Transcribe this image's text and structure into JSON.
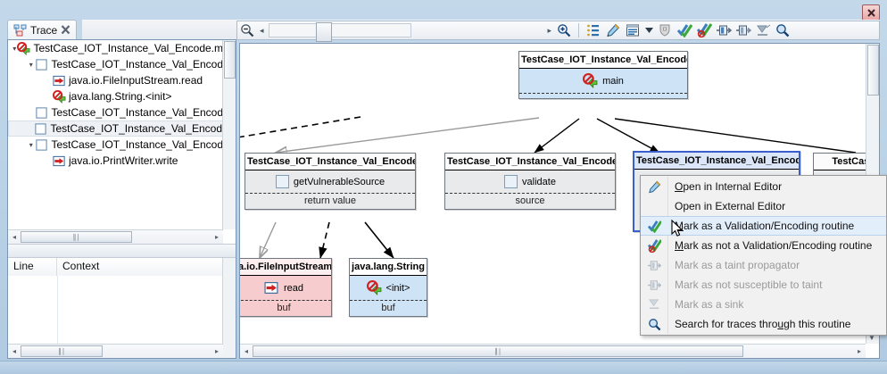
{
  "window": {
    "close_label": "x"
  },
  "tab": {
    "label": "Trace",
    "icon": "trace-icon",
    "close_icon": "close-icon"
  },
  "toolbar": {
    "zoom_out_icon": "zoom-out-icon",
    "zoom_in_icon": "zoom-in-icon",
    "left_arrow": "◂",
    "right_arrow": "▸",
    "buttons": [
      {
        "name": "list-properties-icon",
        "label": "List"
      },
      {
        "name": "pencil-edit-icon",
        "label": "Edit"
      },
      {
        "name": "notes-icon",
        "label": "Notes"
      },
      {
        "name": "dropdown-arrow-icon",
        "label": "More"
      },
      {
        "name": "filter-icon",
        "label": "Filter"
      },
      {
        "name": "mark-validation-icon",
        "label": "Mark as validation routine"
      },
      {
        "name": "unmark-validation-icon",
        "label": "Mark as not a validation routine"
      },
      {
        "name": "taint-propagator-icon",
        "label": "Mark as taint propagator"
      },
      {
        "name": "not-susceptible-taint-icon",
        "label": "Mark as not susceptible to taint"
      },
      {
        "name": "mark-sink-icon",
        "label": "Mark as a sink"
      },
      {
        "name": "search-traces-icon",
        "label": "Search for traces"
      }
    ]
  },
  "tree": {
    "items": [
      {
        "depth": 0,
        "twisty": "▾",
        "icon": "forbidden-green-icon",
        "label": "TestCase_IOT_Instance_Val_Encode.m",
        "selected": false
      },
      {
        "depth": 1,
        "twisty": "▾",
        "icon": "checkbox-icon",
        "label": "TestCase_IOT_Instance_Val_Encod",
        "selected": false
      },
      {
        "depth": 2,
        "twisty": "",
        "icon": "arrow-in-box-icon",
        "label": "java.io.FileInputStream.read",
        "selected": false
      },
      {
        "depth": 2,
        "twisty": "",
        "icon": "forbidden-green-icon",
        "label": "java.lang.String.<init>",
        "selected": false
      },
      {
        "depth": 1,
        "twisty": "",
        "icon": "checkbox-icon",
        "label": "TestCase_IOT_Instance_Val_Encod",
        "selected": false
      },
      {
        "depth": 1,
        "twisty": "",
        "icon": "checkbox-icon",
        "label": "TestCase_IOT_Instance_Val_Encod",
        "selected": true
      },
      {
        "depth": 1,
        "twisty": "▾",
        "icon": "checkbox-icon",
        "label": "TestCase_IOT_Instance_Val_Encod",
        "selected": false
      },
      {
        "depth": 2,
        "twisty": "",
        "icon": "arrow-in-box-icon",
        "label": "java.io.PrintWriter.write",
        "selected": false
      }
    ]
  },
  "details_table": {
    "columns": [
      "Line",
      "Context"
    ],
    "rows": []
  },
  "graph": {
    "nodes": [
      {
        "id": "main",
        "header": "TestCase_IOT_Instance_Val_Encode",
        "member": "main",
        "footer": "",
        "icon": "forbidden-green-icon",
        "style": "blue",
        "selected": false
      },
      {
        "id": "getvuln",
        "header": "TestCase_IOT_Instance_Val_Encode",
        "member": "getVulnerableSource",
        "footer": "return value",
        "icon": "checkbox-icon",
        "style": "grey",
        "selected": false
      },
      {
        "id": "validate",
        "header": "TestCase_IOT_Instance_Val_Encode",
        "member": "validate",
        "footer": "source",
        "icon": "checkbox-icon",
        "style": "grey",
        "selected": false
      },
      {
        "id": "selected",
        "header": "TestCase_IOT_Instance_Val_Encode",
        "member": "",
        "footer": "",
        "icon": "",
        "style": "grey",
        "selected": true
      },
      {
        "id": "rightedge",
        "header": "TestCase_I",
        "member": "",
        "footer": "",
        "icon": "",
        "style": "grey",
        "selected": false
      },
      {
        "id": "fis",
        "header": "a.io.FileInputStream",
        "member": "read",
        "footer": "buf",
        "icon": "arrow-in-box-icon",
        "style": "pink",
        "selected": false
      },
      {
        "id": "str",
        "header": "java.lang.String",
        "member": "<init>",
        "footer": "buf",
        "icon": "forbidden-green-icon",
        "style": "blue",
        "selected": false
      }
    ]
  },
  "context_menu": {
    "items": [
      {
        "label": "Open in Internal Editor",
        "icon": "pencil-edit-icon",
        "accel": "O",
        "disabled": false,
        "highlighted": false
      },
      {
        "label": "Open in External Editor",
        "icon": "",
        "accel": "",
        "disabled": false,
        "highlighted": false
      },
      {
        "label": "Mark as a Validation/Encoding routine",
        "icon": "mark-validation-icon",
        "accel": "M",
        "disabled": false,
        "highlighted": true
      },
      {
        "label": "Mark as not a Validation/Encoding routine",
        "icon": "unmark-validation-icon",
        "accel": "M",
        "disabled": false,
        "highlighted": false
      },
      {
        "label": "Mark as a taint propagator",
        "icon": "taint-propagator-icon",
        "accel": "",
        "disabled": true,
        "highlighted": false
      },
      {
        "label": "Mark as not susceptible to taint",
        "icon": "not-susceptible-taint-icon",
        "accel": "",
        "disabled": true,
        "highlighted": false
      },
      {
        "label": "Mark as a sink",
        "icon": "mark-sink-icon",
        "accel": "",
        "disabled": true,
        "highlighted": false
      },
      {
        "label": "Search for traces through this routine",
        "icon": "search-traces-icon",
        "accel": "u",
        "disabled": false,
        "highlighted": false
      }
    ]
  },
  "colors": {
    "node_blue": "#cfe3f6",
    "node_grey": "#e9eaec",
    "node_pink": "#f6ccce",
    "selection_border": "#3a5fcd",
    "menu_highlight": "#e3eefb",
    "chrome": "#b6cfe4"
  }
}
